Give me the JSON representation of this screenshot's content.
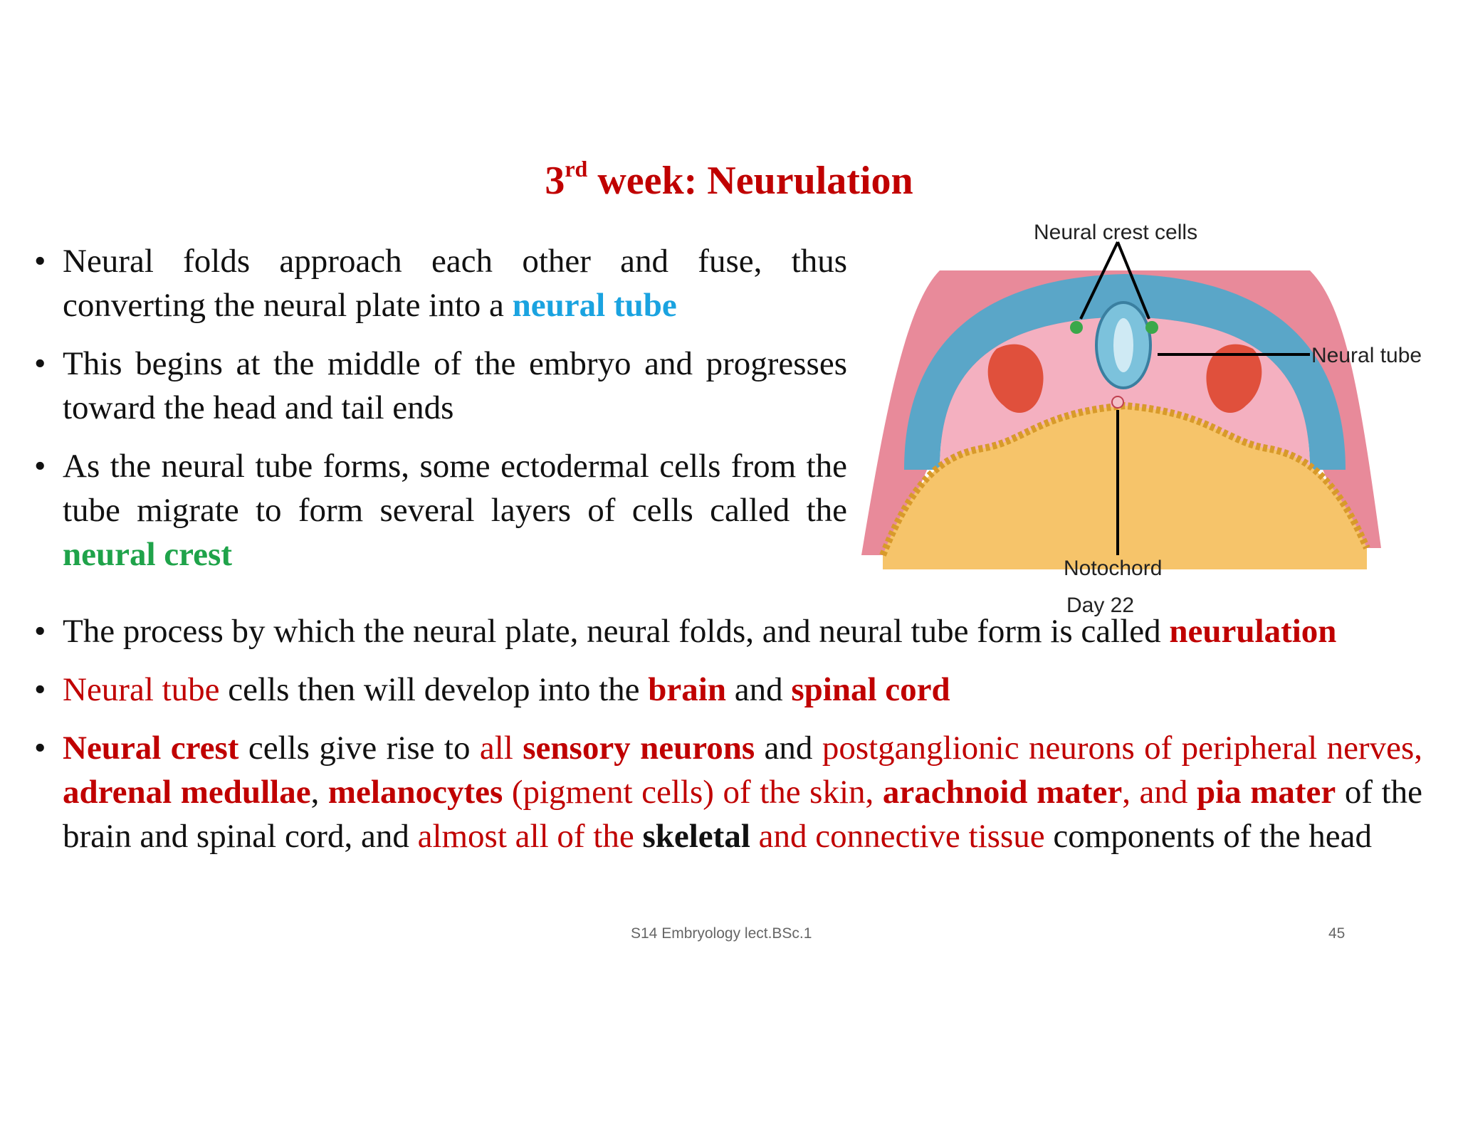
{
  "title": {
    "ordinal": "3",
    "ordinal_sup": "rd",
    "text": " week: Neurulation"
  },
  "bullets_top": [
    [
      "Neural folds approach each other and fuse, thus converting the neural plate into a ",
      "neural tube"
    ],
    [
      "This begins at the middle of the embryo and progresses toward the head and tail ends"
    ],
    [
      "As the neural tube forms, some ectodermal cells from the tube migrate to form several layers of cells called the ",
      "neural crest"
    ]
  ],
  "bullet4": {
    "text": "The process by which the neural plate, neural folds, and neural tube form is called ",
    "term": "neurulation"
  },
  "bullet5": {
    "t1": "Neural tube",
    "t2": " cells then will develop into the ",
    "t3": "brain",
    "t4": " and ",
    "t5": "spinal cord"
  },
  "bullet6": {
    "p1": "Neural crest",
    "p2": " cells give rise to ",
    "p3": "all ",
    "p4": "sensory neurons",
    "p5": " and ",
    "p6": "postganglionic neurons of peripheral nerves, ",
    "p7": "adrenal medullae",
    "p8": ", ",
    "p9": "melanocytes",
    "p10": " (pigment cells) of the skin, ",
    "p11": "arachnoid mater",
    "p12": ", and ",
    "p13": "pia mater",
    "p14": " of the brain and spinal cord, and ",
    "p15": "almost all of the ",
    "p16": "skeletal",
    "p17": " and connective tissue",
    "p18": " components of the head"
  },
  "diagram": {
    "labels": {
      "crest": "Neural crest cells",
      "tube": "Neural tube",
      "notochord": "Notochord",
      "day": "Day 22"
    },
    "colors": {
      "ectoderm_blue": "#5aa6c8",
      "mesoderm_pink": "#f0a0b0",
      "somite_red": "#e0503c",
      "yolk_orange": "#f6c46a",
      "crest_green": "#3aa84a"
    }
  },
  "footer": {
    "course": "S14 Embryology lect.BSc.1",
    "page": "45"
  }
}
